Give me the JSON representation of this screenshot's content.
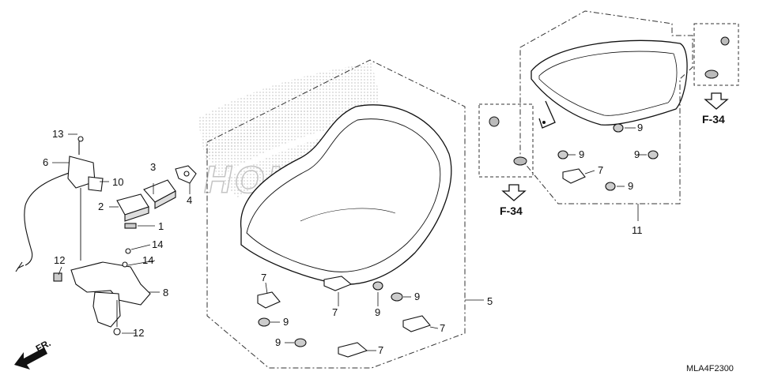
{
  "diagram": {
    "watermark": "HONDA",
    "drawing_code": "MLA4F2300",
    "direction": "FR.",
    "refs": [
      "F-34",
      "F-34"
    ],
    "callouts": [
      "1",
      "2",
      "3",
      "4",
      "5",
      "6",
      "7",
      "8",
      "9",
      "10",
      "11",
      "12",
      "13",
      "14"
    ]
  }
}
